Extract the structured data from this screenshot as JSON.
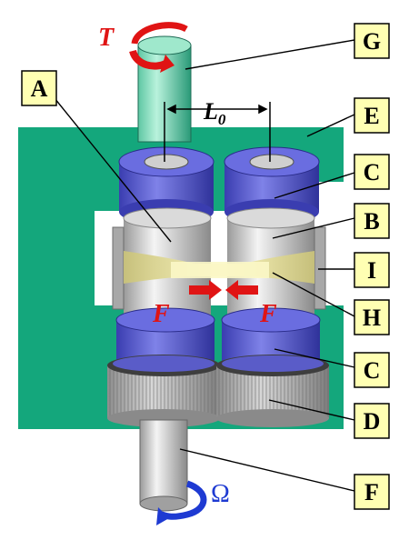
{
  "labels": {
    "A": "A",
    "B": "B",
    "C_top": "C",
    "C_bottom": "C",
    "D": "D",
    "E": "E",
    "F": "F",
    "G": "G",
    "H": "H",
    "I": "I"
  },
  "symbols": {
    "torque": "T",
    "length": "L",
    "length_sub": "0",
    "force_left": "F",
    "force_right": "F",
    "omega": "Ω"
  },
  "colors": {
    "frame_green": "#14a77c",
    "cap_blue": "#5255c8",
    "label_box_fill": "#ffffb3",
    "arrow_red": "#e01414",
    "arrow_blue": "#1e3ad2",
    "sample_yellow": "#f7f0a6"
  }
}
